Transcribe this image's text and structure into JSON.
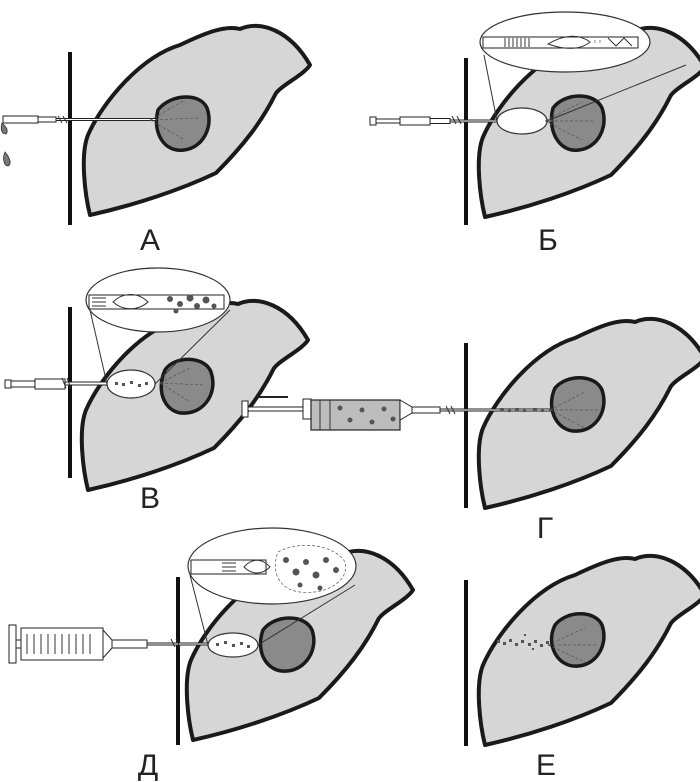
{
  "panels": [
    {
      "key": "a",
      "label": "А"
    },
    {
      "key": "b",
      "label": "Б"
    },
    {
      "key": "v",
      "label": "В"
    },
    {
      "key": "g",
      "label": "Г"
    },
    {
      "key": "d",
      "label": "Д"
    },
    {
      "key": "e",
      "label": "Е"
    }
  ],
  "colors": {
    "organ_fill": "#d6d6d6",
    "tumor_fill": "#8a8a8a",
    "outline": "#1a1a1a",
    "background": "#ffffff"
  }
}
